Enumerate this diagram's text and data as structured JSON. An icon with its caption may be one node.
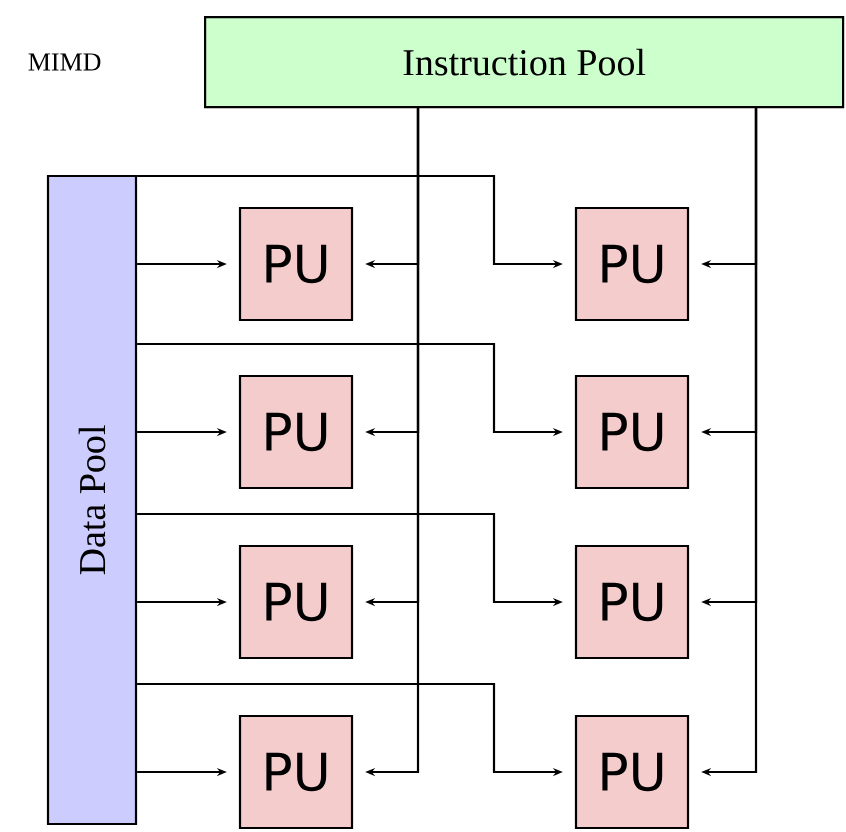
{
  "diagram": {
    "nodes": [
      {
        "text": [
          "Instruction Pool"
        ]
      },
      {
        "text": [
          "Data Pool"
        ]
      },
      {
        "text": [
          "PU"
        ]
      },
      {
        "text": [
          "PU"
        ]
      },
      {
        "text": [
          "PU"
        ]
      },
      {
        "text": [
          "PU"
        ]
      },
      {
        "text": [
          "PU"
        ]
      },
      {
        "text": [
          "PU"
        ]
      },
      {
        "text": [
          "PU"
        ]
      },
      {
        "text": [
          "PU"
        ]
      }
    ],
    "edges": [
      {
        "from": 1,
        "to": 2,
        "arrow": "to"
      },
      {
        "from": 1,
        "to": 3,
        "arrow": "to"
      },
      {
        "from": 1,
        "to": 4,
        "arrow": "to"
      },
      {
        "from": 1,
        "to": 5,
        "arrow": "to"
      },
      {
        "from": 1,
        "to": 6,
        "arrow": "to"
      },
      {
        "from": 1,
        "to": 7,
        "arrow": "to"
      },
      {
        "from": 1,
        "to": 8,
        "arrow": "to"
      },
      {
        "from": 1,
        "to": 9,
        "arrow": "to"
      },
      {
        "from": 0,
        "to": 2,
        "arrow": "to"
      },
      {
        "from": 0,
        "to": 3,
        "arrow": "to"
      },
      {
        "from": 0,
        "to": 4,
        "arrow": "to"
      },
      {
        "from": 0,
        "to": 5,
        "arrow": "to"
      },
      {
        "from": 0,
        "to": 6,
        "arrow": "to"
      },
      {
        "from": 0,
        "to": 7,
        "arrow": "to"
      },
      {
        "from": 0,
        "to": 8,
        "arrow": "to"
      },
      {
        "from": 0,
        "to": 9,
        "arrow": "to"
      }
    ],
    "labels": [
      "MIMD"
    ]
  }
}
